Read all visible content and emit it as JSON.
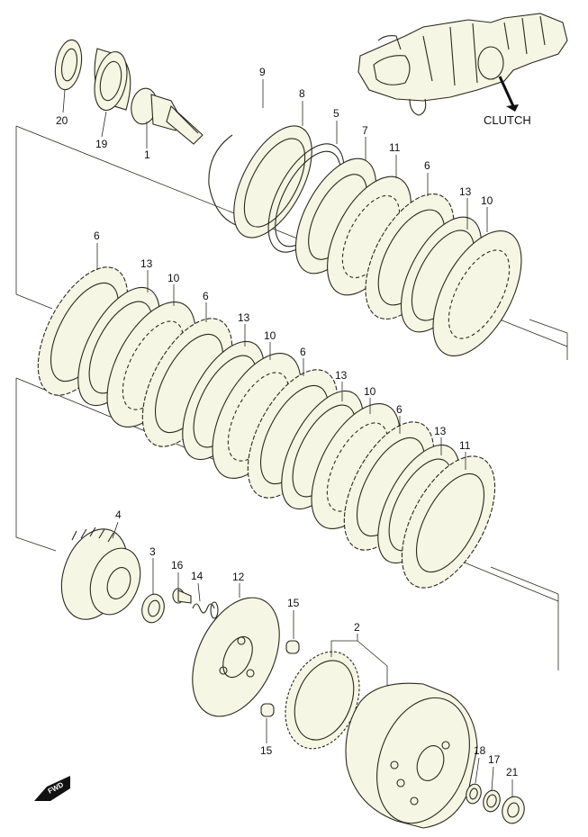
{
  "callouts": {
    "p20": "20",
    "p19": "19",
    "p1": "1",
    "p9": "9",
    "p8": "8",
    "p5": "5",
    "p7": "7",
    "p11a": "11",
    "p6a": "6",
    "p13a": "13",
    "p10a": "10",
    "p6b": "6",
    "p13b": "13",
    "p10b": "10",
    "p6c": "6",
    "p13c": "13",
    "p10c": "10",
    "p6d": "6",
    "p13d": "13",
    "p10d": "10",
    "p6e": "6",
    "p13e": "13",
    "p11b": "11",
    "p4": "4",
    "p3": "3",
    "p16": "16",
    "p14": "14",
    "p12": "12",
    "p15a": "15",
    "p15b": "15",
    "p2": "2",
    "p18": "18",
    "p17": "17",
    "p21": "21"
  },
  "clutch_label": "CLUTCH",
  "fwd_label": "FWD",
  "colors": {
    "line": "#2a2a1e",
    "part_fill": "#f6f6e4",
    "background": "#ffffff"
  }
}
